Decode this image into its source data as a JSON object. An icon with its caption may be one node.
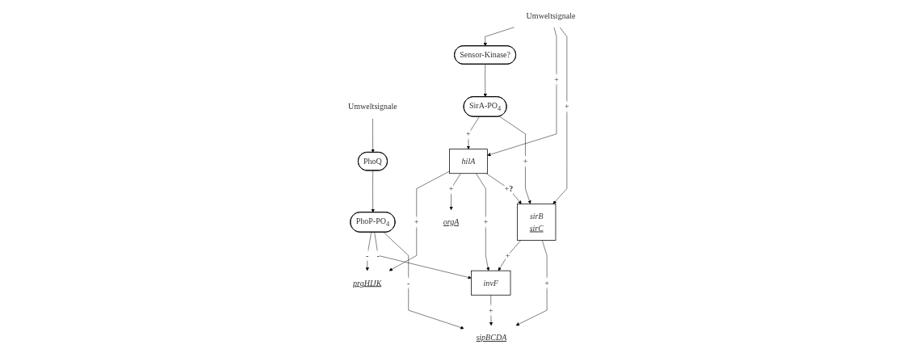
{
  "diagram": {
    "nodes": [
      {
        "text": [
          "Umweltsignale"
        ]
      },
      {
        "text": [
          "prgHIJK"
        ]
      },
      {
        "text": [
          "Umweltsignale"
        ]
      },
      {
        "text": [
          "orgA"
        ]
      },
      {
        "text": [
          "Sensor-Kinase?"
        ]
      },
      {
        "text": [
          "hilA"
        ]
      },
      {
        "text": [
          "invF"
        ]
      },
      {
        "text": [
          "PhoQ"
        ]
      },
      {
        "text": [
          "SirA-PO$_{4}$"
        ]
      },
      {
        "text": [
          "sirB",
          "sirC"
        ]
      },
      {
        "text": [
          "sipBCDA"
        ]
      },
      {
        "text": [
          "PhoP-PO$_{4}$"
        ]
      }
    ],
    "edges": [
      {
        "from": 0,
        "to": 4,
        "arrow": "to"
      },
      {
        "from": 0,
        "to": 5,
        "arrow": "to",
        "label": "+"
      },
      {
        "from": 0,
        "to": 9,
        "arrow": "to",
        "label": "+"
      },
      {
        "from": 4,
        "to": 8,
        "arrow": "to"
      },
      {
        "from": 8,
        "to": 5,
        "arrow": "to",
        "label": "+"
      },
      {
        "from": 8,
        "to": 9,
        "arrow": "to",
        "label": "+"
      },
      {
        "from": 5,
        "to": 1,
        "arrow": "to",
        "label": "+"
      },
      {
        "from": 5,
        "to": 3,
        "arrow": "to",
        "label": "+"
      },
      {
        "from": 5,
        "to": 6,
        "arrow": "to",
        "label": "+"
      },
      {
        "from": 5,
        "to": 9,
        "arrow": "to",
        "label": "+**?**"
      },
      {
        "from": 9,
        "to": 6,
        "arrow": "to",
        "label": "+"
      },
      {
        "from": 9,
        "to": 10,
        "arrow": "to",
        "label": "+"
      },
      {
        "from": 6,
        "to": 10,
        "arrow": "to",
        "label": "+"
      },
      {
        "from": 2,
        "to": 7,
        "arrow": "to"
      },
      {
        "from": 7,
        "to": 11,
        "arrow": "to"
      },
      {
        "from": 11,
        "to": 1,
        "arrow": "to",
        "label": "-"
      },
      {
        "from": 11,
        "to": 6,
        "arrow": "to",
        "label": "-"
      },
      {
        "from": 11,
        "to": 10,
        "arrow": "to",
        "label": "-"
      }
    ]
  }
}
